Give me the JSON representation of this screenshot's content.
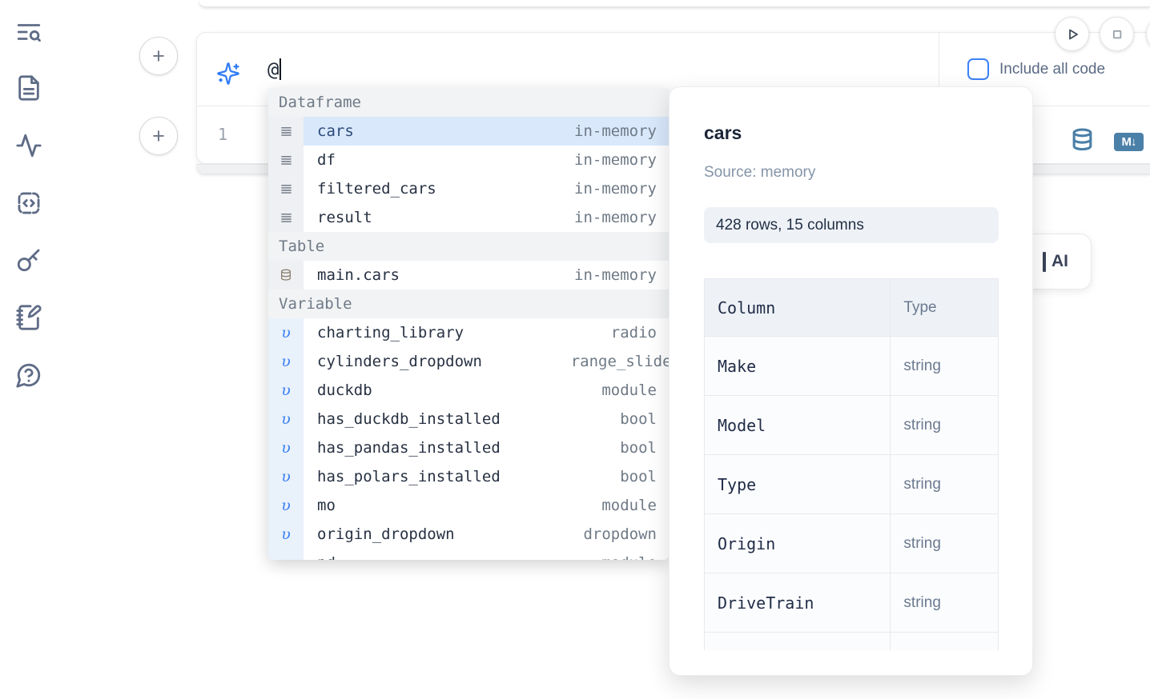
{
  "sidebar": {
    "items": [
      {
        "icon": "text-search-icon"
      },
      {
        "icon": "file-document-icon"
      },
      {
        "icon": "activity-icon"
      },
      {
        "icon": "code-snippet-icon"
      },
      {
        "icon": "key-icon"
      },
      {
        "icon": "scratchpad-pen-icon"
      },
      {
        "icon": "help-chat-icon"
      }
    ]
  },
  "ai_input": {
    "value": "@"
  },
  "toolbar": {
    "include_all_code_label": "Include all code"
  },
  "cell": {
    "line_number": "1",
    "add_cell_label": "+"
  },
  "cell_actions": {
    "markdown_badge": "M↓"
  },
  "ai_button": {
    "visible_label": "AI"
  },
  "autocomplete": {
    "sections": [
      {
        "label": "Dataframe",
        "items": [
          {
            "icon": "rows",
            "name": "cars",
            "type": "in-memory",
            "selected": true
          },
          {
            "icon": "rows",
            "name": "df",
            "type": "in-memory"
          },
          {
            "icon": "rows",
            "name": "filtered_cars",
            "type": "in-memory"
          },
          {
            "icon": "rows",
            "name": "result",
            "type": "in-memory"
          }
        ]
      },
      {
        "label": "Table",
        "items": [
          {
            "icon": "database",
            "name": "main.cars",
            "type": "in-memory"
          }
        ]
      },
      {
        "label": "Variable",
        "items": [
          {
            "icon": "variable",
            "name": "charting_library",
            "type": "radio"
          },
          {
            "icon": "variable",
            "name": "cylinders_dropdown",
            "type": "range_slider",
            "overflow": true
          },
          {
            "icon": "variable",
            "name": "duckdb",
            "type": "module"
          },
          {
            "icon": "variable",
            "name": "has_duckdb_installed",
            "type": "bool"
          },
          {
            "icon": "variable",
            "name": "has_pandas_installed",
            "type": "bool"
          },
          {
            "icon": "variable",
            "name": "has_polars_installed",
            "type": "bool"
          },
          {
            "icon": "variable",
            "name": "mo",
            "type": "module"
          },
          {
            "icon": "variable",
            "name": "origin_dropdown",
            "type": "dropdown"
          },
          {
            "icon": "variable",
            "name": "pd",
            "type": "module",
            "clipped": true
          }
        ]
      }
    ]
  },
  "preview": {
    "title": "cars",
    "source": "Source: memory",
    "shape": "428 rows, 15 columns",
    "table": {
      "headers": [
        "Column",
        "Type"
      ],
      "rows": [
        [
          "Make",
          "string"
        ],
        [
          "Model",
          "string"
        ],
        [
          "Type",
          "string"
        ],
        [
          "Origin",
          "string"
        ],
        [
          "DriveTrain",
          "string"
        ]
      ]
    }
  },
  "colors": {
    "accent_blue": "#3b82f6",
    "steel_blue": "#4b80a8",
    "selection_blue": "#d9e8fb",
    "sidebar_icon": "#5f6c87"
  }
}
